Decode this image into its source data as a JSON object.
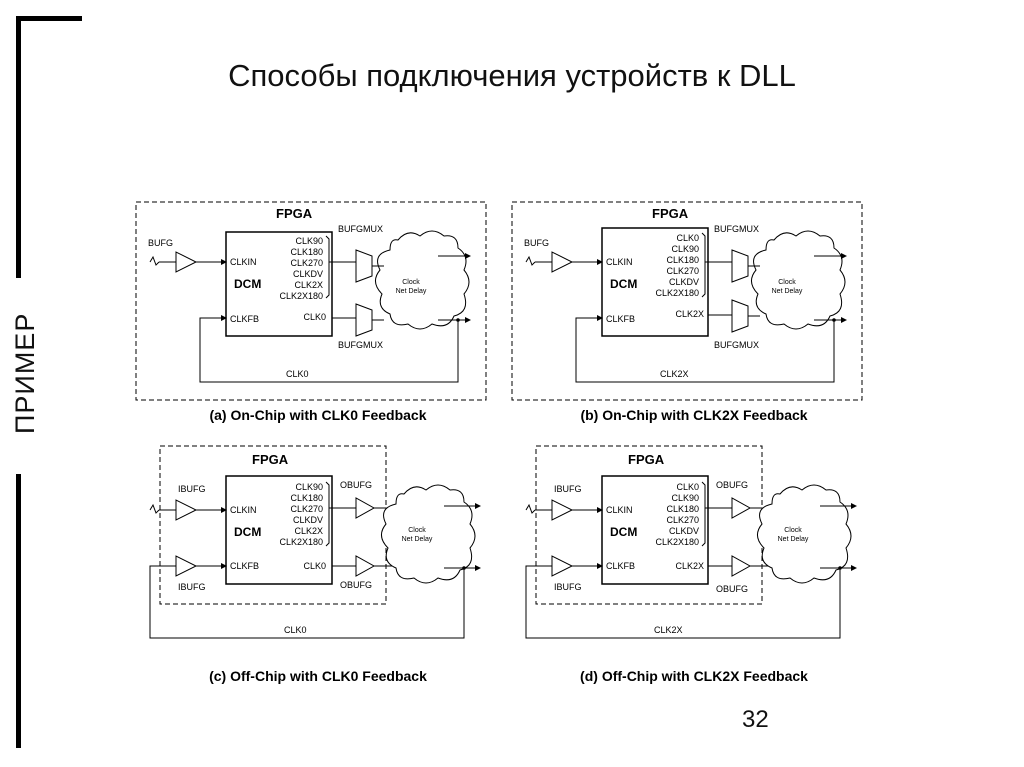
{
  "slide": {
    "title": "Способы подключения устройств к DLL",
    "side_label": "ПРИМЕР",
    "page_number": "32"
  },
  "panels": [
    {
      "id": "a",
      "caption": "(a) On-Chip with CLK0 Feedback",
      "fpga": "FPGA",
      "input_buffer": "BUFG",
      "input_buffer_fb": "",
      "dcm": "DCM",
      "clkin": "CLKIN",
      "clkfb": "CLKFB",
      "outputs": [
        "CLK90",
        "CLK180",
        "CLK270",
        "CLKDV",
        "CLK2X",
        "CLK2X180"
      ],
      "feedback_port": "CLK0",
      "out_buffer_top": "BUFGMUX",
      "out_buffer_bottom": "BUFGMUX",
      "cloud": [
        "Clock",
        "Net Delay"
      ],
      "loop_label": "CLK0"
    },
    {
      "id": "b",
      "caption": "(b) On-Chip with CLK2X Feedback",
      "fpga": "FPGA",
      "input_buffer": "BUFG",
      "input_buffer_fb": "",
      "dcm": "DCM",
      "clkin": "CLKIN",
      "clkfb": "CLKFB",
      "outputs": [
        "CLK0",
        "CLK90",
        "CLK180",
        "CLK270",
        "CLKDV",
        "CLK2X180"
      ],
      "feedback_port": "CLK2X",
      "out_buffer_top": "BUFGMUX",
      "out_buffer_bottom": "BUFGMUX",
      "cloud": [
        "Clock",
        "Net Delay"
      ],
      "loop_label": "CLK2X"
    },
    {
      "id": "c",
      "caption": "(c) Off-Chip with CLK0 Feedback",
      "fpga": "FPGA",
      "input_buffer": "IBUFG",
      "input_buffer_fb": "IBUFG",
      "dcm": "DCM",
      "clkin": "CLKIN",
      "clkfb": "CLKFB",
      "outputs": [
        "CLK90",
        "CLK180",
        "CLK270",
        "CLKDV",
        "CLK2X",
        "CLK2X180"
      ],
      "feedback_port": "CLK0",
      "out_buffer_top": "OBUFG",
      "out_buffer_bottom": "OBUFG",
      "cloud": [
        "Clock",
        "Net Delay"
      ],
      "loop_label": "CLK0"
    },
    {
      "id": "d",
      "caption": "(d) Off-Chip with CLK2X Feedback",
      "fpga": "FPGA",
      "input_buffer": "IBUFG",
      "input_buffer_fb": "IBUFG",
      "dcm": "DCM",
      "clkin": "CLKIN",
      "clkfb": "CLKFB",
      "outputs": [
        "CLK0",
        "CLK90",
        "CLK180",
        "CLK270",
        "CLKDV",
        "CLK2X180"
      ],
      "feedback_port": "CLK2X",
      "out_buffer_top": "OBUFG",
      "out_buffer_bottom": "OBUFG",
      "cloud": [
        "Clock",
        "Net Delay"
      ],
      "loop_label": "CLK2X"
    }
  ]
}
